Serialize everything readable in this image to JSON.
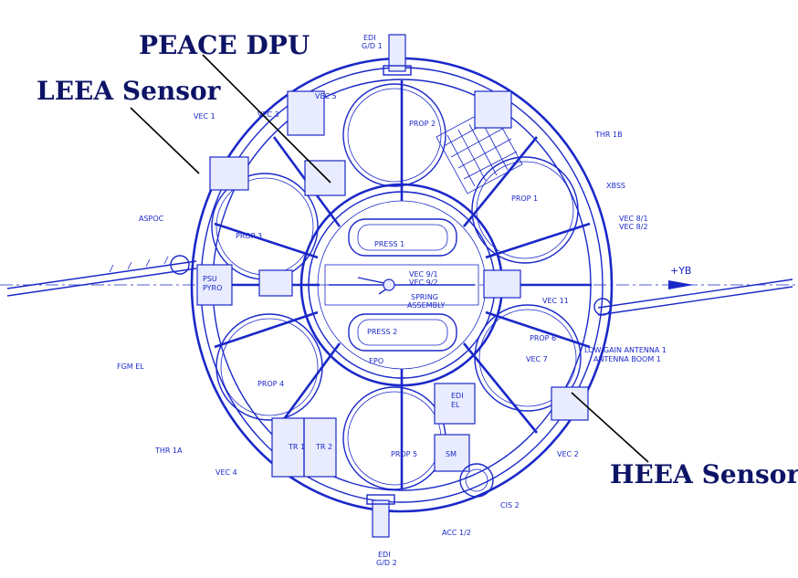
{
  "callouts": {
    "peace_dpu": "PEACE DPU",
    "leea_sensor": "LEEA Sensor",
    "heea_sensor": "HEEA Sensor"
  },
  "labels": {
    "edi_gd1": [
      "EDI",
      "G/D 1"
    ],
    "edi_gd2": [
      "EDI",
      "G/D 2"
    ],
    "vec1": "VEC 1",
    "vec5": "VEC 5",
    "vec2": "VEC 2",
    "vec4": "VEC 4",
    "vec3": "VEC 3",
    "vec7": "VEC 7",
    "vec11": "VEC 11",
    "vec9": [
      "VEC 9/1",
      "VEC 9/2"
    ],
    "vec8": [
      "VEC 8/1",
      "VEC 8/2"
    ],
    "thr1b": "THR 1B",
    "thr1a": "THR 1A",
    "xbss": "XBSS",
    "aspoc": "ASPOC",
    "prop1": "PROP 1",
    "prop2": "PROP 2",
    "prop3": "PROP 3",
    "prop4": "PROP 4",
    "prop5": "PROP 5",
    "prop6": "PROP 6",
    "press1": "PRESS 1",
    "press2": "PRESS 2",
    "spring": [
      "SPRING",
      "ASSEMBLY"
    ],
    "psu": [
      "PSU",
      "PYRO"
    ],
    "epo": "EPO",
    "fgm": "FGM EL",
    "tr1": "TR 1",
    "tr2": "TR 2",
    "edi_el": [
      "EDI",
      "EL"
    ],
    "sm": "SM",
    "cis2": "CIS 2",
    "acc": "ACC 1/2",
    "antenna": [
      "LOW GAIN ANTENNA 1",
      "ANTENNA BOOM 1"
    ],
    "axis": "+YB"
  }
}
